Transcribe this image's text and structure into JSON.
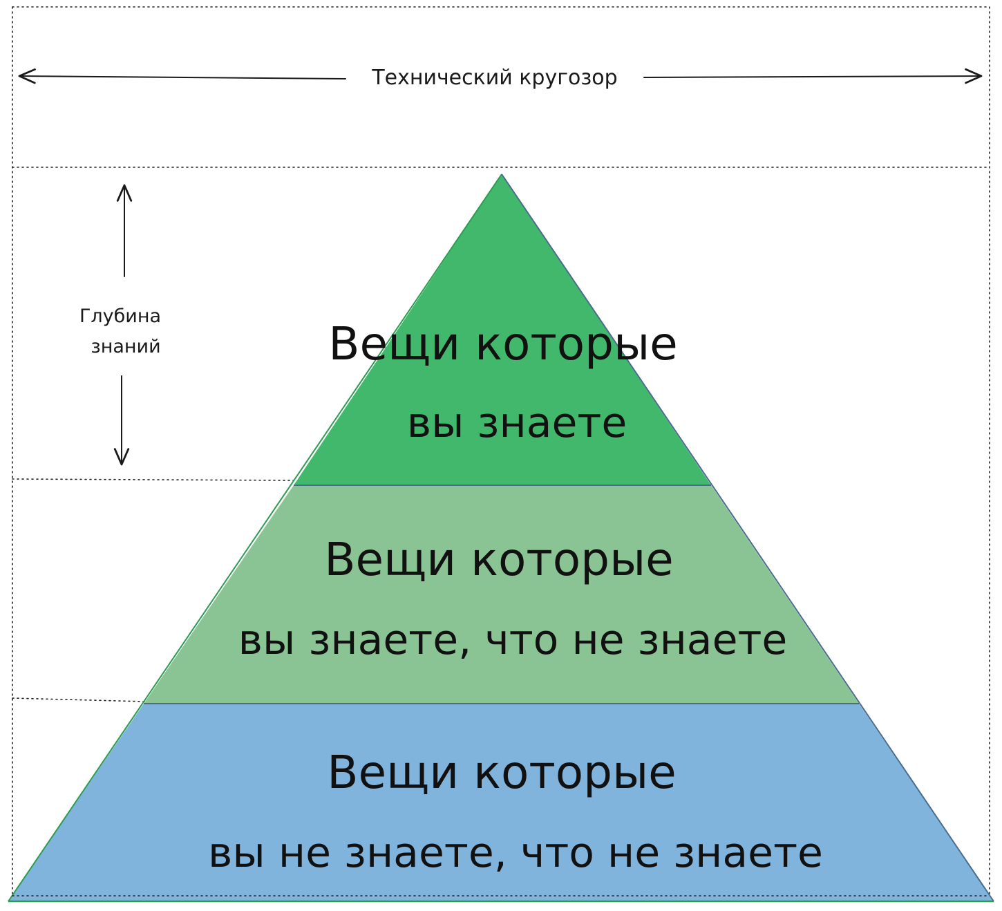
{
  "horizon": {
    "label": "Технический кругозор"
  },
  "depth": {
    "label_line1": "Глубина",
    "label_line2": "знаний"
  },
  "tiers": [
    {
      "line1": "Вещи которые",
      "line2": "вы знаете",
      "color": "#42b86d"
    },
    {
      "line1": "Вещи которые",
      "line2": "вы знаете, что не знаете",
      "color": "#8bc494"
    },
    {
      "line1": "Вещи которые",
      "line2": "вы не знаете, что не знаете",
      "color": "#80b4dd"
    }
  ],
  "colors": {
    "pyramid_outline": "#2a9d50",
    "tier_divider": "#4a6d8c",
    "ink": "#1a1a1a"
  }
}
